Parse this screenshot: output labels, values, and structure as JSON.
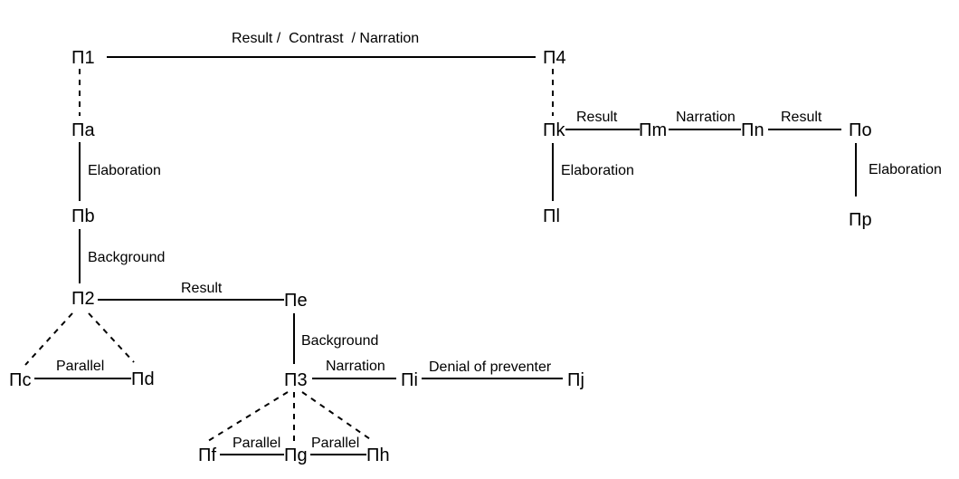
{
  "nodes": {
    "p1": "Π1",
    "p4": "Π4",
    "pa": "Πa",
    "pb": "Πb",
    "p2": "Π2",
    "pe": "Πe",
    "pc": "Πc",
    "pd": "Πd",
    "p3": "Π3",
    "pi": "Πi",
    "pj": "Πj",
    "pf": "Πf",
    "pg": "Πg",
    "ph": "Πh",
    "pk": "Πk",
    "pm": "Πm",
    "pn": "Πn",
    "po": "Πo",
    "pl": "Πl",
    "pp": "Πp"
  },
  "edges": {
    "p1_p4": "Result /  Contrast  / Narration",
    "pa_pb": "Elaboration",
    "pb_p2": "Background",
    "p2_pe": "Result",
    "pc_pd": "Parallel",
    "pe_p3": "Background",
    "p3_pi": "Narration",
    "pi_pj": "Denial of preventer",
    "pf_pg": "Parallel",
    "pg_ph": "Parallel",
    "pk_pm": "Result",
    "pm_pn": "Narration",
    "pn_po": "Result",
    "pk_pl": "Elaboration",
    "po_pp": "Elaboration"
  }
}
